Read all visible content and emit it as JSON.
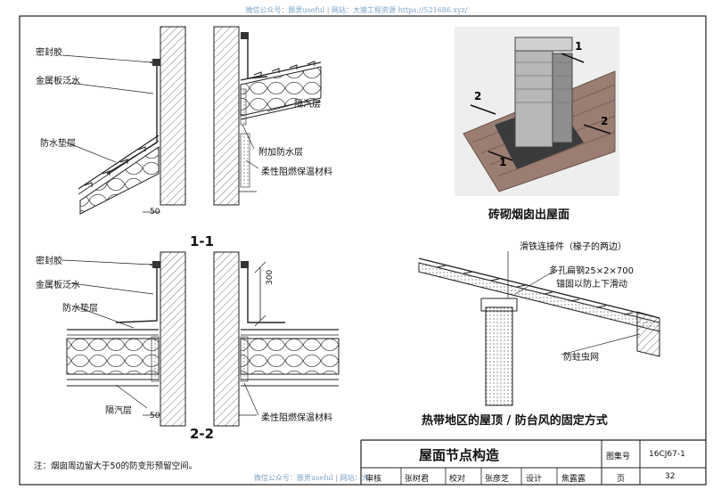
{
  "watermark": {
    "top": "微信公众号：豚男useful  |  网站：大猿工程资源 https://521686.xyz/",
    "bottom": "微信公众号：豚男useful  |  网站：大"
  },
  "left_top": {
    "labels": [
      "密封胶",
      "金属板泛水",
      "防水垫层",
      "隔汽层",
      "附加防水层",
      "柔性阻燃保温材料"
    ],
    "dim": "50"
  },
  "section_1": "1-1",
  "left_bottom": {
    "labels": [
      "密封胶",
      "金属板泛水",
      "防水垫层",
      "隔汽层",
      "柔性阻燃保温材料"
    ],
    "dim_300": "300",
    "dim": "50"
  },
  "section_2": "2-2",
  "photo": {
    "caption": "砖砌烟囱出屋面",
    "marks": [
      "1",
      "1",
      "2",
      "2"
    ]
  },
  "right_bottom": {
    "labels": [
      "滑铁连接件（椽子的两边）",
      "多孔扁钢25×2×700",
      "锚固以防上下滑动",
      "防蛀虫网"
    ],
    "caption": "热带地区的屋顶 / 防台风的固定方式"
  },
  "note": "注：烟囱周边留大于50的防变形预留空间。",
  "titleblock": {
    "title": "屋面节点构造",
    "set_label": "图集号",
    "set_no": "16CJ67-1",
    "page_label": "页",
    "page_no": "32",
    "roles": [
      "审核",
      "张树君",
      "校对",
      "张彦芝",
      "设计",
      "焦露露"
    ]
  }
}
